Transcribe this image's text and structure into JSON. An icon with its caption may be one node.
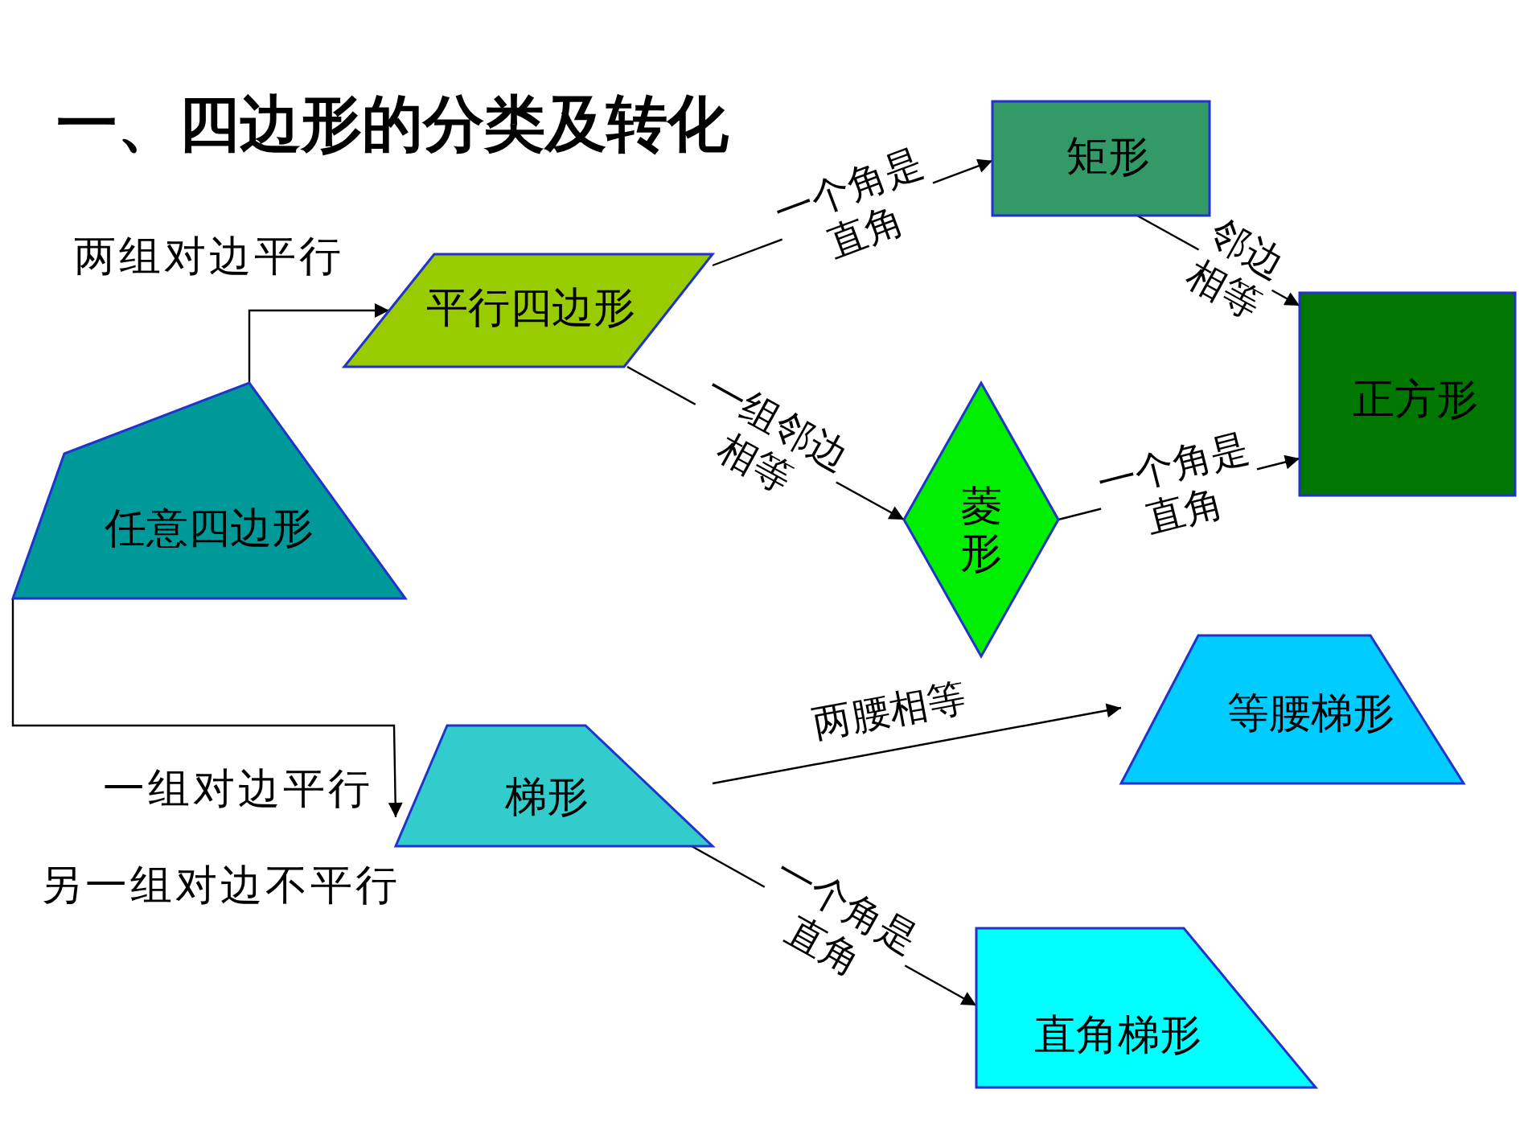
{
  "diagram": {
    "title": "一、四边形的分类及转化",
    "nodes": [
      {
        "text": [
          "任意四边形"
        ]
      },
      {
        "text": [
          "平行四边形"
        ]
      },
      {
        "text": [
          "矩形"
        ]
      },
      {
        "text": [
          "正方形"
        ]
      },
      {
        "text": [
          "菱形"
        ]
      },
      {
        "text": [
          "梯形"
        ]
      },
      {
        "text": [
          "等腰梯形"
        ]
      },
      {
        "text": [
          "直角梯形"
        ]
      }
    ],
    "edges": [
      {
        "from": 0,
        "to": 1,
        "arrow": "to",
        "label": "两组对边平行"
      },
      {
        "from": 0,
        "to": 5,
        "arrow": "to",
        "label": "一组对边平行"
      },
      {
        "from": 1,
        "to": 2,
        "arrow": "to",
        "label": "一个角是直角"
      },
      {
        "from": 1,
        "to": 4,
        "arrow": "to",
        "label": "一组邻边相等"
      },
      {
        "from": 2,
        "to": 3,
        "arrow": "to",
        "label": "邻边相等"
      },
      {
        "from": 4,
        "to": 3,
        "arrow": "to",
        "label": "一个角是直角"
      },
      {
        "from": 5,
        "to": 6,
        "arrow": "to",
        "label": "两腰相等"
      },
      {
        "from": 5,
        "to": 7,
        "arrow": "to",
        "label": "一个角是直角"
      }
    ],
    "labels": [
      "另一组对边不平行"
    ]
  }
}
